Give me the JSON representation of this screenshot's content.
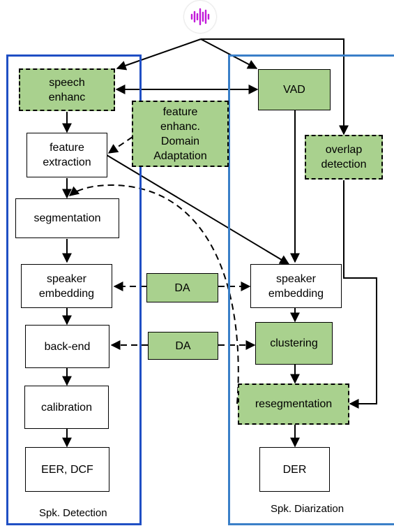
{
  "colors": {
    "node_fill": "#a9d18e",
    "detection_border": "#1f4fc4",
    "diarization_border": "#3a7fc8",
    "icon_accent": "#c21bd9"
  },
  "icon": "audio-waveform-icon",
  "panels": {
    "detection": {
      "title": "Spk. Detection"
    },
    "diarization": {
      "title": "Spk. Diarization"
    }
  },
  "nodes": {
    "speech_enhanc": "speech\nenhanc",
    "feature_extraction": "feature\nextraction",
    "segmentation": "segmentation",
    "speaker_embedding_left": "speaker\nembedding",
    "back_end": "back-end",
    "calibration": "calibration",
    "eer_dcf": "EER, DCF",
    "feature_enhanc": "feature\nenhanc.\nDomain\nAdaptation",
    "da_top": "DA",
    "da_bottom": "DA",
    "vad": "VAD",
    "overlap_detection": "overlap\ndetection",
    "speaker_embedding_right": "speaker\nembedding",
    "clustering": "clustering",
    "resegmentation": "resegmentation",
    "der": "DER"
  }
}
